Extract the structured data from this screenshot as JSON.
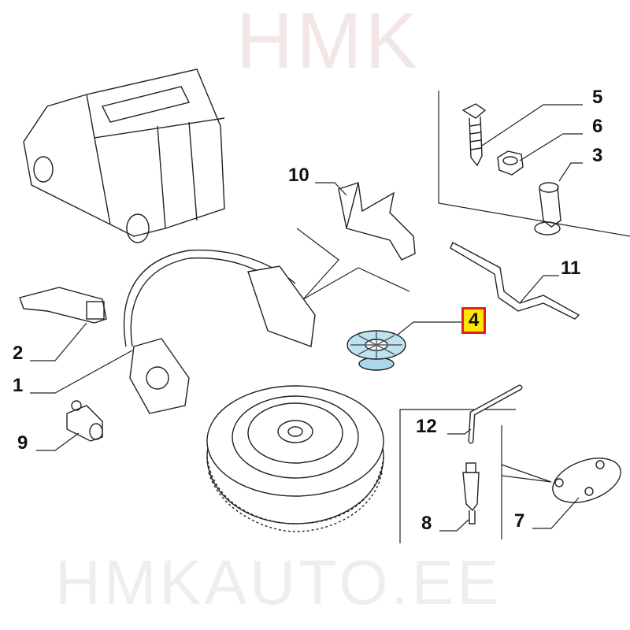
{
  "watermark": {
    "top": "HMK",
    "bottom": "HMKAUTO.EE"
  },
  "labels": {
    "p1": "1",
    "p2": "2",
    "p3": "3",
    "p4": "4",
    "p5": "5",
    "p6": "6",
    "p7": "7",
    "p8": "8",
    "p9": "9",
    "p10": "10",
    "p11": "11",
    "p12": "12"
  },
  "highlight": {
    "part": "4",
    "fill": "#ffe600",
    "border": "#e0201c"
  }
}
